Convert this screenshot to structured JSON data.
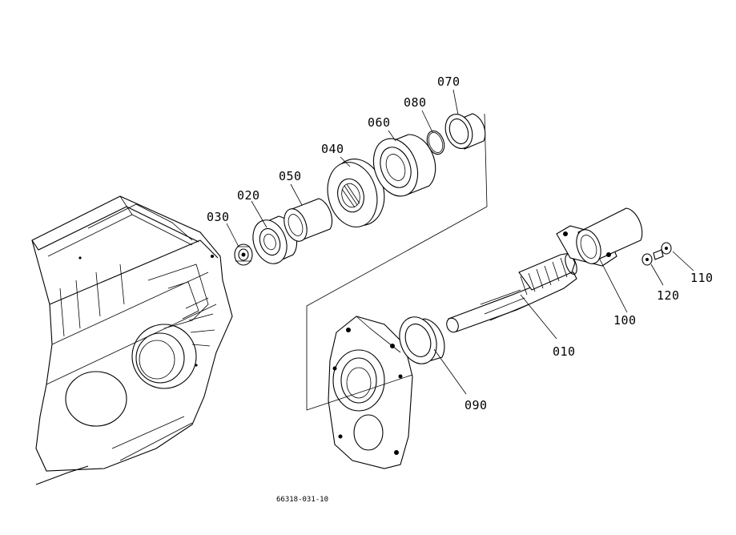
{
  "drawing_code": "66318-031-10",
  "parts": [
    {
      "ref": "010"
    },
    {
      "ref": "020"
    },
    {
      "ref": "030"
    },
    {
      "ref": "040"
    },
    {
      "ref": "050"
    },
    {
      "ref": "060"
    },
    {
      "ref": "070"
    },
    {
      "ref": "080"
    },
    {
      "ref": "090"
    },
    {
      "ref": "100"
    },
    {
      "ref": "110"
    },
    {
      "ref": "120"
    }
  ]
}
